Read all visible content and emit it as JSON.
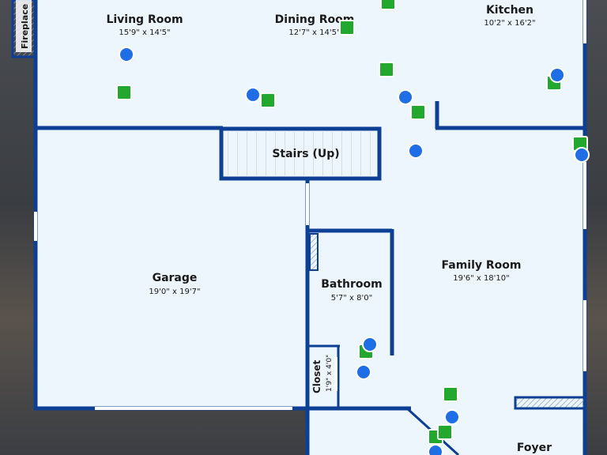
{
  "rooms": {
    "living_room": {
      "name": "Living Room",
      "dim": "15'9\" x 14'5\""
    },
    "dining_room": {
      "name": "Dining Room",
      "dim": "12'7\" x 14'5\""
    },
    "kitchen": {
      "name": "Kitchen",
      "dim": "10'2\" x 16'2\""
    },
    "stairs": {
      "name": "Stairs (Up)"
    },
    "garage": {
      "name": "Garage",
      "dim": "19'0\" x 19'7\""
    },
    "bathroom": {
      "name": "Bathroom",
      "dim": "5'7\" x 8'0\""
    },
    "family_room": {
      "name": "Family Room",
      "dim": "19'6\" x 18'10\""
    },
    "closet": {
      "name": "Closet",
      "dim": "1'9\" x 4'0\""
    },
    "foyer": {
      "name": "Foyer"
    },
    "fireplace": {
      "name": "Fireplace"
    }
  },
  "colors": {
    "wall": "#0d3f94",
    "floor": "#eef6fd",
    "photo_marker": "#22a82e",
    "panorama_marker": "#1f6ee6"
  }
}
